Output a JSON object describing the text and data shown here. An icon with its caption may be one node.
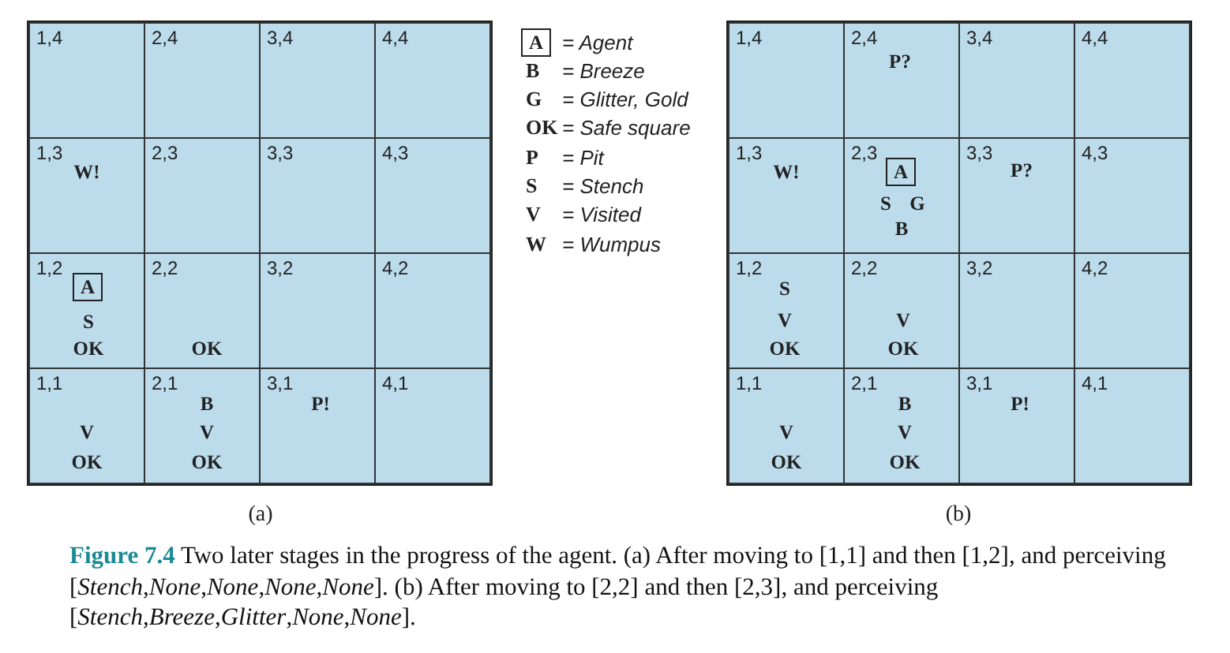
{
  "diagram": {
    "caption": "**Figure 7.4** Two later stages in the progress of the agent. (a) After moving to [1,1] and then [1,2], and perceiving [*Stench*,*None*,*None*,*None*,*None*]. (b) After moving to [2,2] and then [2,3], and perceiving [*Stench*,*Breeze*,*Glitter*,*None*,*None*].",
    "nodes": [
      {
        "text": [],
        "shape": "box"
      },
      {
        "text": [
          "1,4"
        ],
        "in": 0
      },
      {
        "text": [
          "2,4"
        ],
        "in": 0
      },
      {
        "text": [
          "3,4"
        ],
        "in": 0
      },
      {
        "text": [
          "4,4"
        ],
        "in": 0
      },
      {
        "text": [
          "1,3",
          "W!"
        ],
        "in": 0
      },
      {
        "text": [
          "2,3"
        ],
        "in": 0
      },
      {
        "text": [
          "3,3"
        ],
        "in": 0
      },
      {
        "text": [
          "4,3"
        ],
        "in": 0
      },
      {
        "text": [
          "1,2",
          "S",
          "OK"
        ],
        "in": 0
      },
      {
        "text": [
          "A"
        ],
        "in": 9
      },
      {
        "text": [
          "2,2",
          "OK"
        ],
        "in": 0
      },
      {
        "text": [
          "3,2"
        ],
        "in": 0
      },
      {
        "text": [
          "4,2"
        ],
        "in": 0
      },
      {
        "text": [
          "1,1",
          "V",
          "OK"
        ],
        "in": 0
      },
      {
        "text": [
          "2,1",
          "B",
          "V",
          "OK"
        ],
        "in": 0
      },
      {
        "text": [
          "3,1",
          "P!"
        ],
        "in": 0
      },
      {
        "text": [
          "4,1"
        ],
        "in": 0
      },
      {
        "text": [
          "A"
        ]
      },
      {
        "text": [],
        "shape": "box"
      },
      {
        "text": [
          "1,4"
        ],
        "in": 19
      },
      {
        "text": [
          "2,4",
          "P?"
        ],
        "in": 19
      },
      {
        "text": [
          "3,4"
        ],
        "in": 19
      },
      {
        "text": [
          "4,4"
        ],
        "in": 19
      },
      {
        "text": [
          "1,3",
          "W!"
        ],
        "in": 19
      },
      {
        "text": [
          "2,3",
          "S",
          "G",
          "B"
        ],
        "in": 19
      },
      {
        "text": [
          "A"
        ],
        "in": 25
      },
      {
        "text": [
          "3,3",
          "P?"
        ],
        "in": 19
      },
      {
        "text": [
          "4,3"
        ],
        "in": 19
      },
      {
        "text": [
          "1,2",
          "S",
          "V",
          "OK"
        ],
        "in": 19
      },
      {
        "text": [
          "2,2",
          "V",
          "OK"
        ],
        "in": 19
      },
      {
        "text": [
          "3,2"
        ],
        "in": 19
      },
      {
        "text": [
          "4,2"
        ],
        "in": 19
      },
      {
        "text": [
          "1,1",
          "V",
          "OK"
        ],
        "in": 19
      },
      {
        "text": [
          "2,1",
          "B",
          "V",
          "OK"
        ],
        "in": 19
      },
      {
        "text": [
          "3,1",
          "P!"
        ],
        "in": 19
      },
      {
        "text": [
          "4,1"
        ],
        "in": 19
      }
    ],
    "labels": [
      "= Agent",
      "B",
      "= Breeze",
      "G",
      "= Glitter, Gold",
      "OK",
      "= Safe square",
      "P",
      "= Pit",
      "S",
      "= Stench",
      "V",
      "= Visited",
      "W",
      "= Wumpus",
      "(a)",
      "(b)"
    ]
  }
}
